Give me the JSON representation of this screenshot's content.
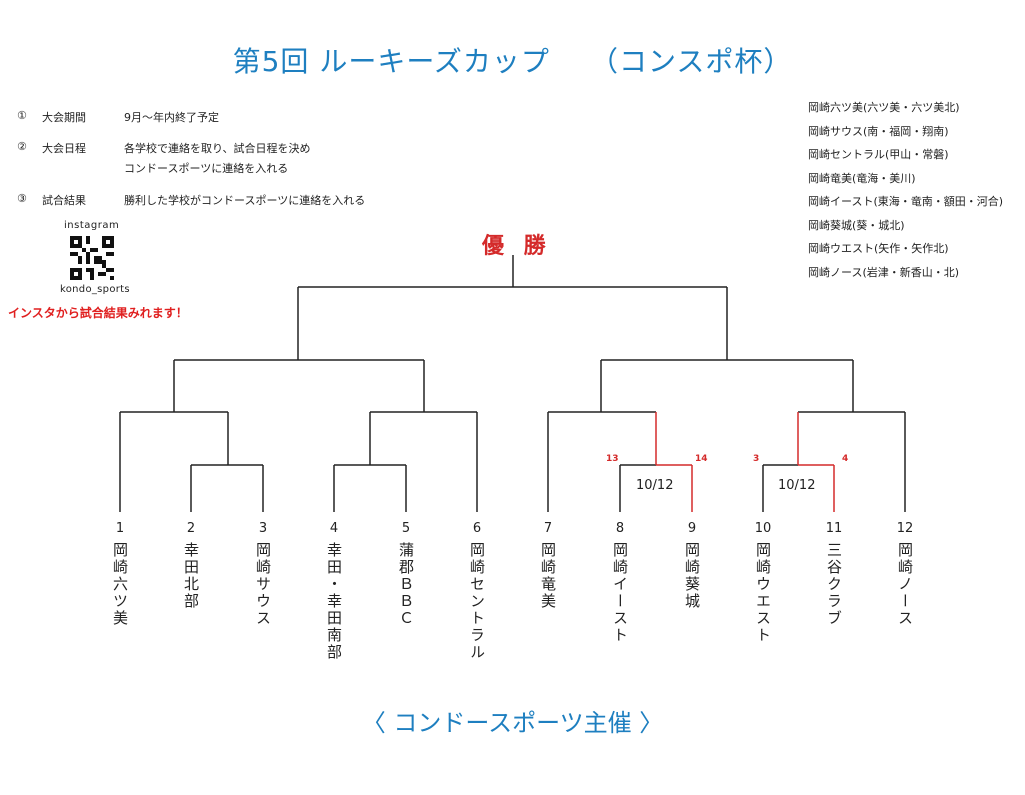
{
  "title": {
    "main": "第5回 ルーキーズカップ",
    "sub": "（コンスポ杯）"
  },
  "info": [
    {
      "num": "①",
      "label": "大会期間",
      "lines": [
        "9月～年内終了予定"
      ]
    },
    {
      "num": "②",
      "label": "大会日程",
      "lines": [
        "各学校で連絡を取り、試合日程を決め",
        "コンドースポーツに連絡を入れる"
      ]
    },
    {
      "num": "③",
      "label": "試合結果",
      "lines": [
        "勝利した学校がコンドースポーツに連絡を入れる"
      ]
    }
  ],
  "instagram": {
    "label": "instagram",
    "name": "kondo_sports",
    "note": "インスタから試合結果みれます！"
  },
  "team_list": [
    "岡崎六ツ美(六ツ美・六ツ美北)",
    "岡崎サウス(南・福岡・翔南)",
    "岡崎セントラル(甲山・常磐)",
    "岡崎竜美(竜海・美川)",
    "岡崎イースト(東海・竜南・額田・河合)",
    "岡崎葵城(葵・城北)",
    "岡崎ウエスト(矢作・矢作北)",
    "岡崎ノース(岩津・新香山・北)"
  ],
  "winner_label": "優 勝",
  "slots": [
    {
      "no": "1",
      "name": "岡崎六ツ美"
    },
    {
      "no": "2",
      "name": "幸田北部"
    },
    {
      "no": "3",
      "name": "岡崎サウス"
    },
    {
      "no": "4",
      "name": "幸田・幸田南部"
    },
    {
      "no": "5",
      "name": "蒲郡ＢＢＣ"
    },
    {
      "no": "6",
      "name": "岡崎セントラル"
    },
    {
      "no": "7",
      "name": "岡崎竜美"
    },
    {
      "no": "8",
      "name": "岡崎イースト"
    },
    {
      "no": "9",
      "name": "岡崎葵城"
    },
    {
      "no": "10",
      "name": "岡崎ウエスト"
    },
    {
      "no": "11",
      "name": "三谷クラブ"
    },
    {
      "no": "12",
      "name": "岡崎ノース"
    }
  ],
  "results": [
    {
      "left_score": "13",
      "right_score": "14",
      "date": "10/12",
      "winner": "right"
    },
    {
      "left_score": "3",
      "right_score": "4",
      "date": "10/12",
      "winner": "right"
    }
  ],
  "footer": "〈 コンドースポーツ主催 〉",
  "colors": {
    "title": "#1e7fc0",
    "win_line": "#d42a2a",
    "line": "#222222"
  }
}
